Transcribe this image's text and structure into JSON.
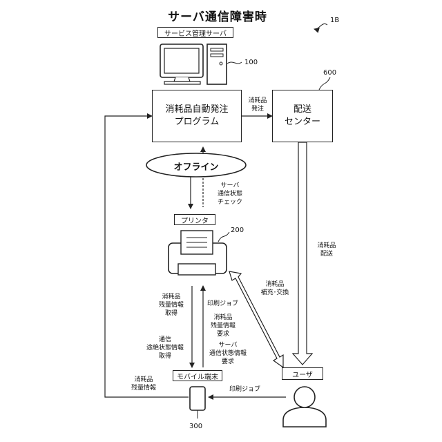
{
  "diagram": {
    "title": "サーバ通信障害時",
    "figure_ref": "1B",
    "server_label": "サービス管理サーバ",
    "server_ref": "100",
    "program_box": "消耗品自動発注\nプログラム",
    "delivery_center": "配送\nセンター",
    "delivery_center_ref": "600",
    "order_label": "消耗品\n発注",
    "offline_label": "オフライン",
    "server_check_label": "サーバ\n通信状態\nチェック",
    "printer_label": "プリンタ",
    "printer_ref": "200",
    "delivery_label": "消耗品\n配送",
    "replace_label": "消耗品\n補充･交換",
    "get_remaining_label": "消耗品\n残量情報\n取得",
    "get_comm_label": "通信\n途絶状態情報\n取得",
    "print_job_up_label": "印刷ジョブ",
    "remaining_request_label": "消耗品\n残量情報\n要求",
    "comm_request_label": "サーバ\n通信状態情報\n要求",
    "mobile_label": "モバイル端末",
    "mobile_ref": "300",
    "remaining_info_label": "消耗品\n残量情報",
    "print_job_user_label": "印刷ジョブ",
    "user_label": "ユーザ"
  }
}
